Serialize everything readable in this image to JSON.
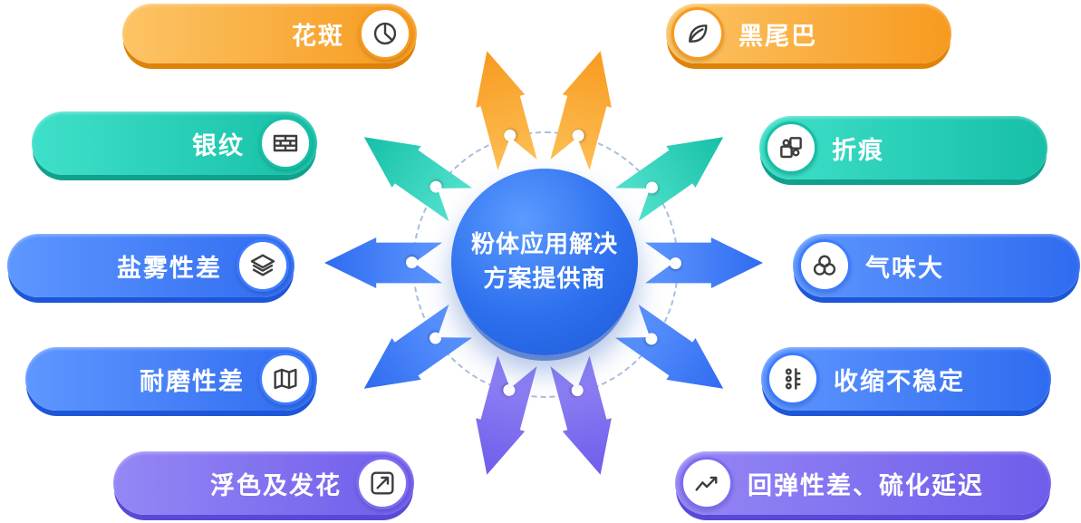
{
  "center": {
    "title_line1": "粉体应用解决",
    "title_line2": "方案提供商"
  },
  "pills": [
    {
      "label": "花斑",
      "icon": "pie-chart-icon",
      "theme": "orange",
      "side": "left"
    },
    {
      "label": "黑尾巴",
      "icon": "leaf-icon",
      "theme": "orange",
      "side": "right"
    },
    {
      "label": "银纹",
      "icon": "brick-wall-icon",
      "theme": "teal",
      "side": "left"
    },
    {
      "label": "折痕",
      "icon": "puzzle-icon",
      "theme": "teal",
      "side": "right"
    },
    {
      "label": "盐雾性差",
      "icon": "layers-icon",
      "theme": "blue",
      "side": "left"
    },
    {
      "label": "气味大",
      "icon": "bubbles-icon",
      "theme": "blue",
      "side": "right"
    },
    {
      "label": "耐磨性差",
      "icon": "map-icon",
      "theme": "blue",
      "side": "left"
    },
    {
      "label": "收缩不稳定",
      "icon": "shrink-dots-icon",
      "theme": "blue",
      "side": "right"
    },
    {
      "label": "浮色及发花",
      "icon": "trend-arrow-icon",
      "theme": "purple",
      "side": "left"
    },
    {
      "label": "回弹性差、硫化延迟",
      "icon": "line-chart-icon",
      "theme": "purple",
      "side": "right"
    }
  ],
  "colors": {
    "orange": "#F79A1F",
    "teal": "#16BFA6",
    "blue": "#3D7BFF",
    "purple": "#7D6BF2",
    "center_blue": "#2D6FEE"
  }
}
